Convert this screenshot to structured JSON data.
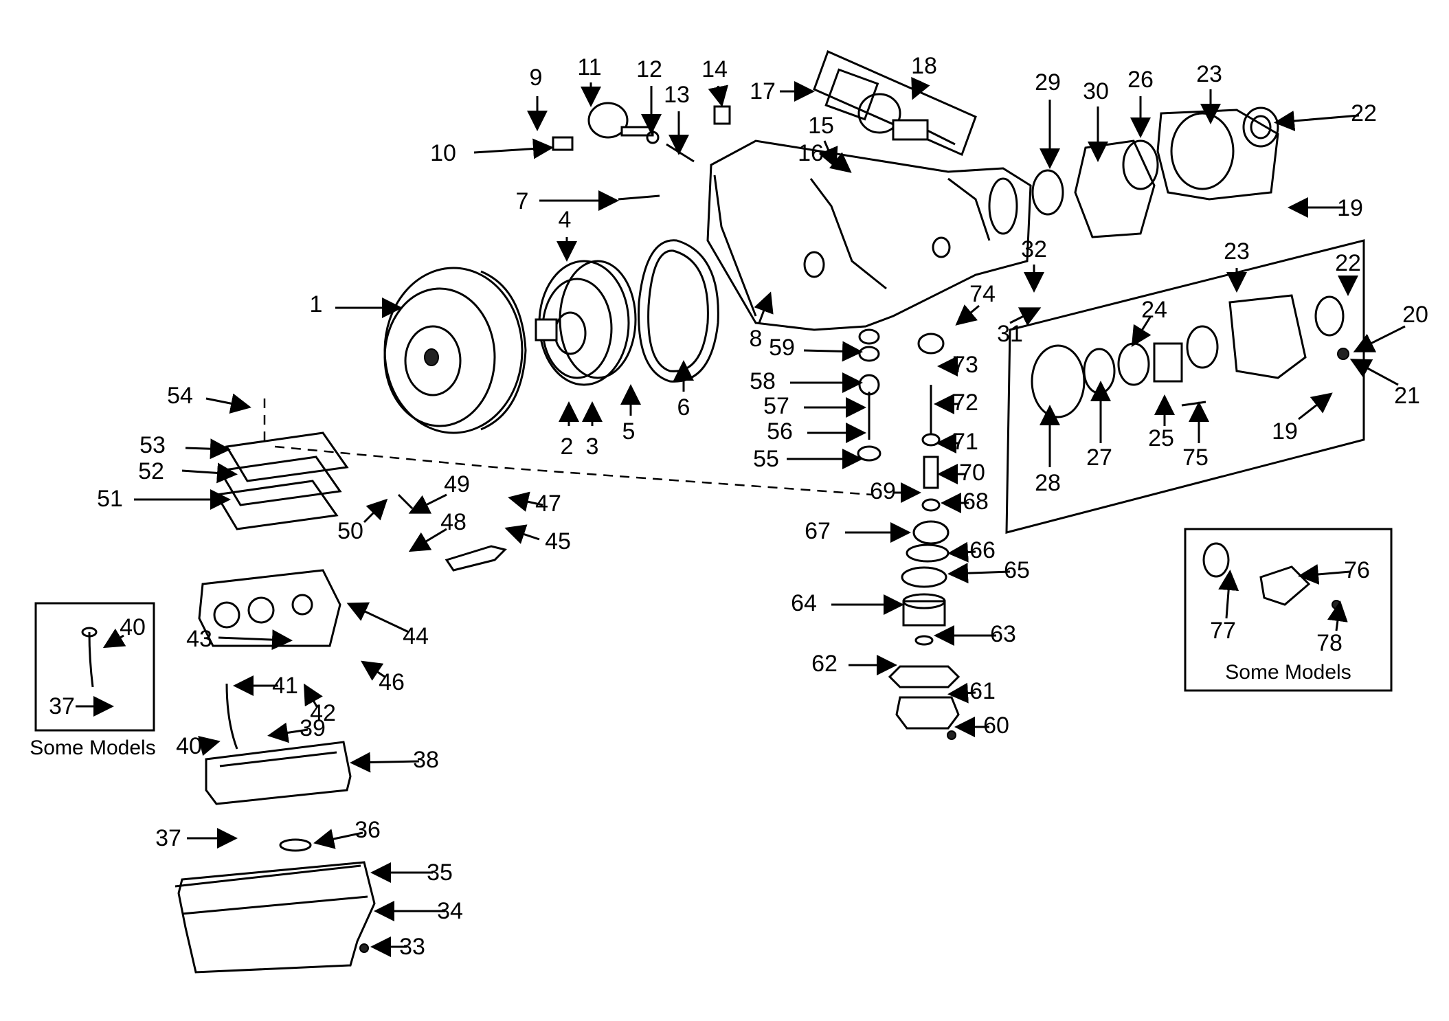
{
  "callouts": [
    {
      "id": "1",
      "label": "1"
    },
    {
      "id": "2",
      "label": "2"
    },
    {
      "id": "3",
      "label": "3"
    },
    {
      "id": "4",
      "label": "4"
    },
    {
      "id": "5",
      "label": "5"
    },
    {
      "id": "6",
      "label": "6"
    },
    {
      "id": "7",
      "label": "7"
    },
    {
      "id": "8",
      "label": "8"
    },
    {
      "id": "9",
      "label": "9"
    },
    {
      "id": "10",
      "label": "10"
    },
    {
      "id": "11",
      "label": "11"
    },
    {
      "id": "12",
      "label": "12"
    },
    {
      "id": "13",
      "label": "13"
    },
    {
      "id": "14",
      "label": "14"
    },
    {
      "id": "15",
      "label": "15"
    },
    {
      "id": "16",
      "label": "16"
    },
    {
      "id": "17",
      "label": "17"
    },
    {
      "id": "18",
      "label": "18"
    },
    {
      "id": "19a",
      "label": "19"
    },
    {
      "id": "19b",
      "label": "19"
    },
    {
      "id": "20",
      "label": "20"
    },
    {
      "id": "21",
      "label": "21"
    },
    {
      "id": "22a",
      "label": "22"
    },
    {
      "id": "22b",
      "label": "22"
    },
    {
      "id": "23a",
      "label": "23"
    },
    {
      "id": "23b",
      "label": "23"
    },
    {
      "id": "24",
      "label": "24"
    },
    {
      "id": "25",
      "label": "25"
    },
    {
      "id": "26",
      "label": "26"
    },
    {
      "id": "27",
      "label": "27"
    },
    {
      "id": "28",
      "label": "28"
    },
    {
      "id": "29",
      "label": "29"
    },
    {
      "id": "30",
      "label": "30"
    },
    {
      "id": "31",
      "label": "31"
    },
    {
      "id": "32",
      "label": "32"
    },
    {
      "id": "33",
      "label": "33"
    },
    {
      "id": "34",
      "label": "34"
    },
    {
      "id": "35",
      "label": "35"
    },
    {
      "id": "36",
      "label": "36"
    },
    {
      "id": "37a",
      "label": "37"
    },
    {
      "id": "37b",
      "label": "37"
    },
    {
      "id": "38",
      "label": "38"
    },
    {
      "id": "39",
      "label": "39"
    },
    {
      "id": "40a",
      "label": "40"
    },
    {
      "id": "40b",
      "label": "40"
    },
    {
      "id": "41",
      "label": "41"
    },
    {
      "id": "42",
      "label": "42"
    },
    {
      "id": "43",
      "label": "43"
    },
    {
      "id": "44",
      "label": "44"
    },
    {
      "id": "45",
      "label": "45"
    },
    {
      "id": "46",
      "label": "46"
    },
    {
      "id": "47",
      "label": "47"
    },
    {
      "id": "48",
      "label": "48"
    },
    {
      "id": "49",
      "label": "49"
    },
    {
      "id": "50",
      "label": "50"
    },
    {
      "id": "51",
      "label": "51"
    },
    {
      "id": "52",
      "label": "52"
    },
    {
      "id": "53",
      "label": "53"
    },
    {
      "id": "54",
      "label": "54"
    },
    {
      "id": "55",
      "label": "55"
    },
    {
      "id": "56",
      "label": "56"
    },
    {
      "id": "57",
      "label": "57"
    },
    {
      "id": "58",
      "label": "58"
    },
    {
      "id": "59",
      "label": "59"
    },
    {
      "id": "60",
      "label": "60"
    },
    {
      "id": "61",
      "label": "61"
    },
    {
      "id": "62",
      "label": "62"
    },
    {
      "id": "63",
      "label": "63"
    },
    {
      "id": "64",
      "label": "64"
    },
    {
      "id": "65",
      "label": "65"
    },
    {
      "id": "66",
      "label": "66"
    },
    {
      "id": "67",
      "label": "67"
    },
    {
      "id": "68",
      "label": "68"
    },
    {
      "id": "69",
      "label": "69"
    },
    {
      "id": "70",
      "label": "70"
    },
    {
      "id": "71",
      "label": "71"
    },
    {
      "id": "72",
      "label": "72"
    },
    {
      "id": "73",
      "label": "73"
    },
    {
      "id": "74",
      "label": "74"
    },
    {
      "id": "75",
      "label": "75"
    },
    {
      "id": "76",
      "label": "76"
    },
    {
      "id": "77",
      "label": "77"
    },
    {
      "id": "78",
      "label": "78"
    }
  ],
  "captions": {
    "left_box": "Some Models",
    "right_box": "Some Models"
  }
}
